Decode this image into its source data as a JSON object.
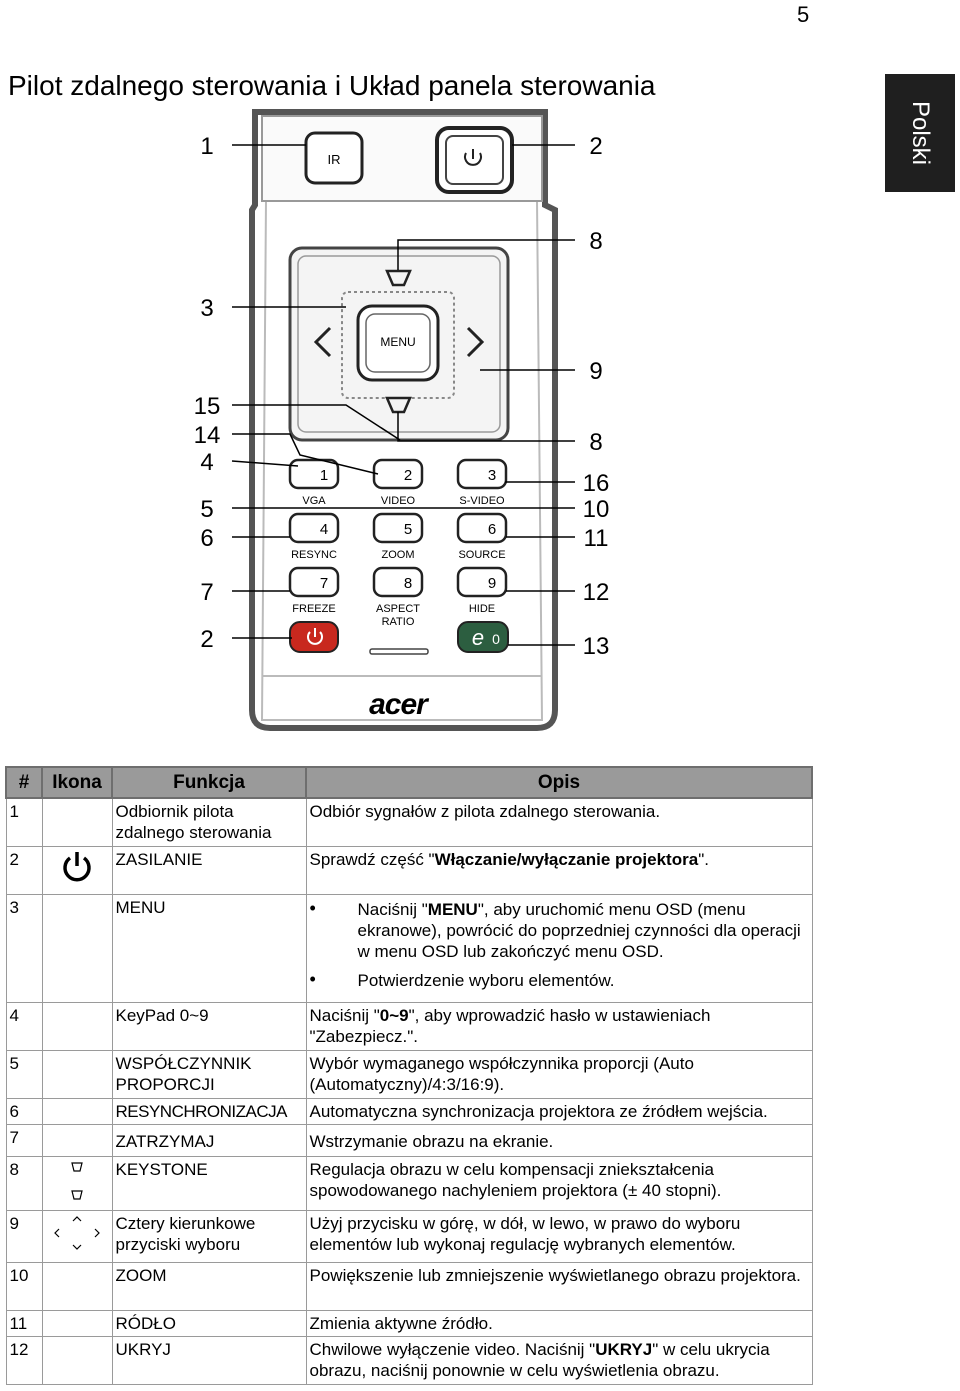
{
  "page": {
    "number": "5",
    "language_tab": "Polski",
    "title": "Pilot zdalnego sterowania i Układ panela sterowania"
  },
  "remote": {
    "ir_label": "IR",
    "menu_label": "MENU",
    "keys": [
      {
        "num": "1",
        "label": "VGA"
      },
      {
        "num": "2",
        "label": "VIDEO"
      },
      {
        "num": "3",
        "label": "S-VIDEO"
      },
      {
        "num": "4",
        "label": "RESYNC"
      },
      {
        "num": "5",
        "label": "ZOOM"
      },
      {
        "num": "6",
        "label": "SOURCE"
      },
      {
        "num": "7",
        "label": "FREEZE"
      },
      {
        "num": "8",
        "label": "ASPECT",
        "label2": "RATIO"
      },
      {
        "num": "9",
        "label": "HIDE"
      }
    ],
    "zero_key": "0",
    "brand": "acer",
    "callouts_left": [
      "1",
      "3",
      "15",
      "14",
      "4",
      "5",
      "6",
      "7",
      "2"
    ],
    "callouts_right": [
      "2",
      "8",
      "9",
      "8",
      "16",
      "10",
      "11",
      "12",
      "13"
    ]
  },
  "table": {
    "headers": [
      "#",
      "Ikona",
      "Funkcja",
      "Opis"
    ],
    "rows": [
      {
        "num": "1",
        "func": "Odbiornik pilota zdalnego sterowania",
        "desc": "Odbiór sygnałów z pilota zdalnego sterowania."
      },
      {
        "num": "2",
        "icon": "power-icon",
        "func": "ZASILANIE",
        "desc_pre": "Sprawdź część \"",
        "desc_bold": "Włączanie/wyłączanie projektora",
        "desc_post": "\"."
      },
      {
        "num": "3",
        "func": "MENU",
        "b1_pre": "Naciśnij \"",
        "b1_bold": "MENU",
        "b1_post": "\", aby uruchomić menu OSD (menu ekranowe), powrócić do poprzedniej czynności dla operacji w menu OSD lub zakończyć menu OSD.",
        "b2": "Potwierdzenie wyboru elementów."
      },
      {
        "num": "4",
        "func": "KeyPad 0~9",
        "desc_pre": "Naciśnij \"",
        "desc_bold": "0~9",
        "desc_post": "\", aby wprowadzić hasło w ustawieniach \"Zabezpiecz.\"."
      },
      {
        "num": "5",
        "func": "WSPÓŁCZYNNIK PROPORCJI",
        "desc": "Wybór wymaganego współczynnika proporcji (Auto (Automatyczny)/4:3/16:9)."
      },
      {
        "num": "6",
        "func": "RESYNCHRONIZACJA",
        "desc": "Automatyczna synchronizacja projektora ze źródłem wejścia."
      },
      {
        "num": "7",
        "func": "ZATRZYMAJ",
        "desc": "Wstrzymanie obrazu na ekranie."
      },
      {
        "num": "8",
        "icon": "keystone-icon",
        "func": "KEYSTONE",
        "desc": "Regulacja obrazu w celu kompensacji zniekształcenia spowodowanego nachyleniem projektora  (± 40 stopni)."
      },
      {
        "num": "9",
        "icon": "arrow-keys-icon",
        "func": "Cztery kierunkowe przyciski wyboru",
        "desc": "Użyj przycisku w górę, w dół, w lewo, w prawo do wyboru elementów lub wykonaj regulację wybranych elementów."
      },
      {
        "num": "10",
        "func": "ZOOM",
        "desc": "Powiększenie lub zmniejszenie wyświetlanego obrazu projektora."
      },
      {
        "num": "11",
        "func": "RÓDŁO",
        "desc": "Zmienia aktywne źródło."
      },
      {
        "num": "12",
        "func": "UKRYJ",
        "desc_pre": "Chwilowe wyłączenie video. Naciśnij \"",
        "desc_bold": "UKRYJ",
        "desc_post": "\" w celu ukrycia obrazu, naciśnij ponownie w celu wyświetlenia obrazu."
      }
    ]
  }
}
